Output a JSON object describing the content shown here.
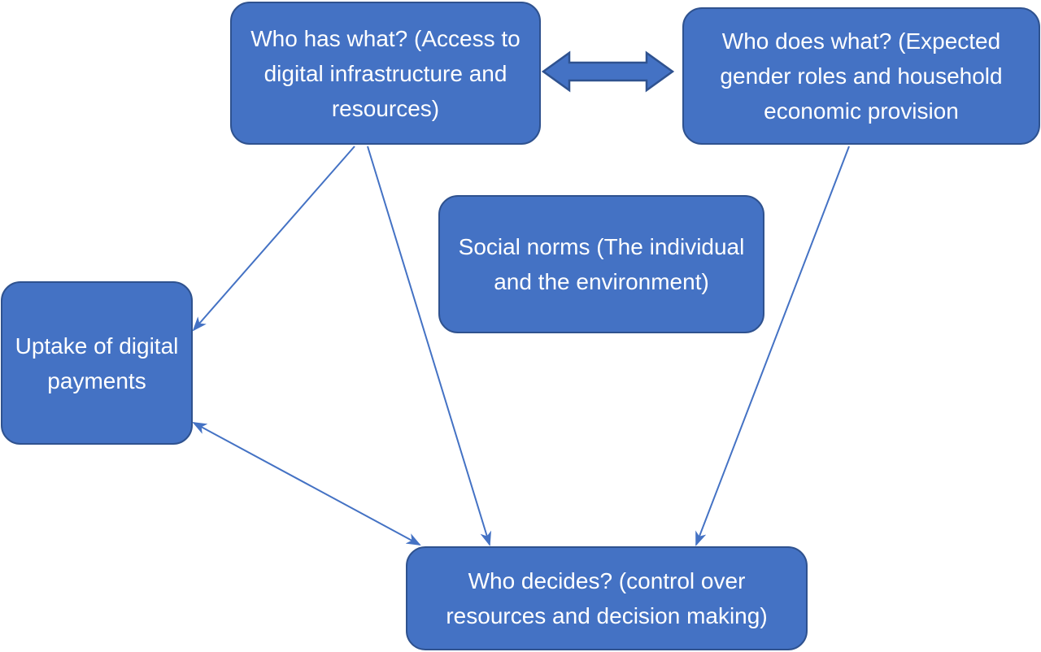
{
  "diagram": {
    "nodes": {
      "access": {
        "label": "Who has what? (Access to digital infrastructure and resources)"
      },
      "roles": {
        "label": "Who does what? (Expected gender roles and household economic provision"
      },
      "norms": {
        "label": "Social norms (The individual and the environment)"
      },
      "uptake": {
        "label": "Uptake of digital payments"
      },
      "decides": {
        "label": "Who decides? (control over resources and decision making)"
      }
    },
    "edges": [
      {
        "from": "access",
        "to": "roles",
        "direction": "both",
        "style": "block-arrow"
      },
      {
        "from": "access",
        "to": "uptake",
        "direction": "forward",
        "style": "line-arrow"
      },
      {
        "from": "access",
        "to": "decides",
        "direction": "forward",
        "style": "line-arrow"
      },
      {
        "from": "roles",
        "to": "decides",
        "direction": "forward",
        "style": "line-arrow"
      },
      {
        "from": "uptake",
        "to": "decides",
        "direction": "both",
        "style": "line-arrow"
      }
    ],
    "colors": {
      "node_fill": "#4472c4",
      "node_border": "#2f528f",
      "node_text": "#ffffff",
      "connector": "#4472c4"
    }
  }
}
